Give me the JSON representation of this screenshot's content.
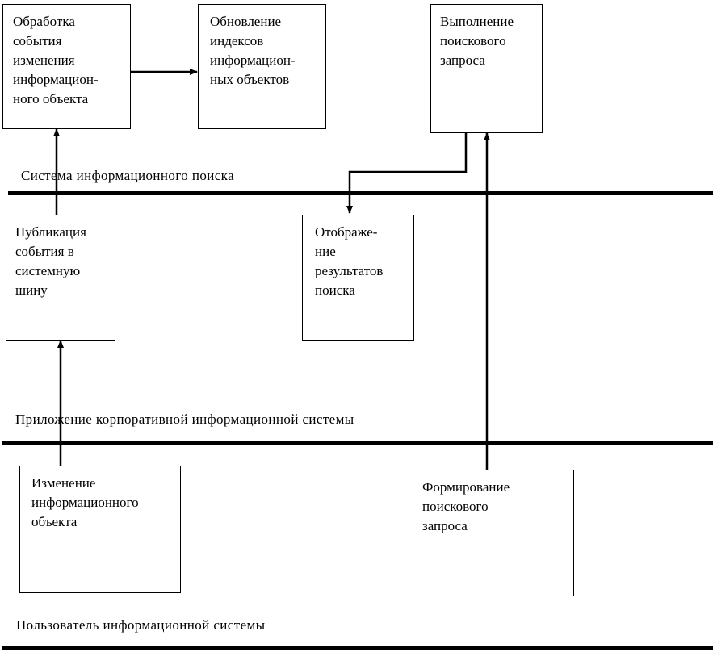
{
  "lanes": {
    "search_system": "Система информационного поиска",
    "corporate_app": "Приложение корпоративной информационной системы",
    "user": "Пользователь информационной системы"
  },
  "boxes": {
    "process_change_event": "Обработка\nсобытия\nизменения\nинформацион-\nного объекта",
    "update_indexes": "Обновление\nиндексов\nинформацион-\nных объектов",
    "execute_search_query": "Выполнение\nпоискового\nзапроса",
    "publish_event": "Публикация\nсобытия в\nсистемную\nшину",
    "display_results": "Отображе-\nние\nрезультатов\nпоиска",
    "change_info_object": "Изменение\nинформационного\nобъекта",
    "form_search_query": "Формирование\nпоискового\nзапроса"
  },
  "colors": {
    "line": "#000000",
    "background": "#ffffff"
  }
}
